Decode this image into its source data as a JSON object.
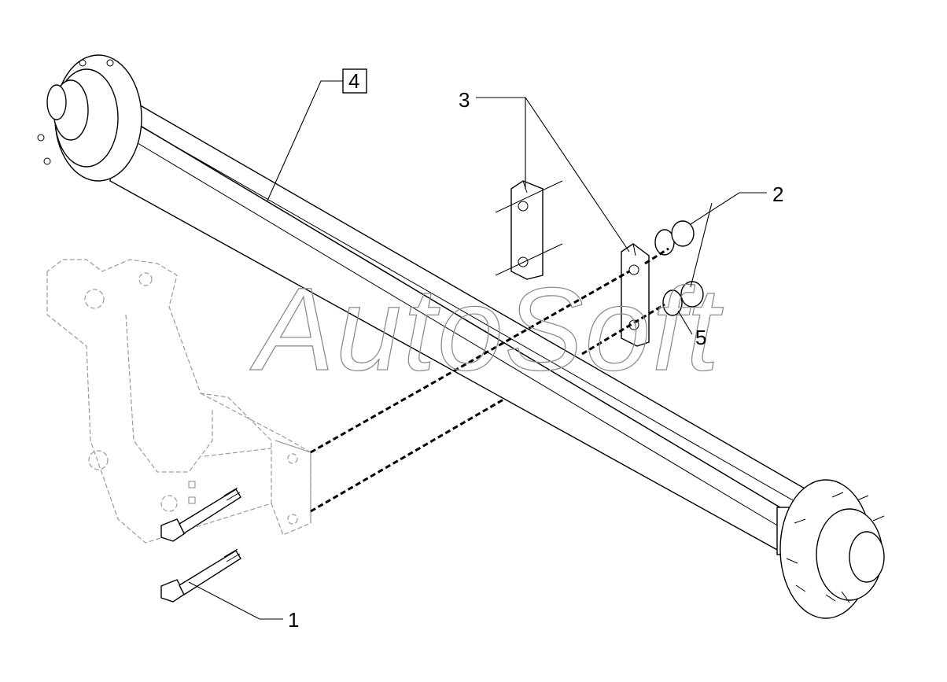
{
  "watermark": {
    "text": "AutoSoft"
  },
  "callouts": [
    {
      "id": "1",
      "label": "1"
    },
    {
      "id": "2",
      "label": "2"
    },
    {
      "id": "3",
      "label": "3"
    },
    {
      "id": "4",
      "label": "4"
    },
    {
      "id": "5",
      "label": "5"
    }
  ]
}
